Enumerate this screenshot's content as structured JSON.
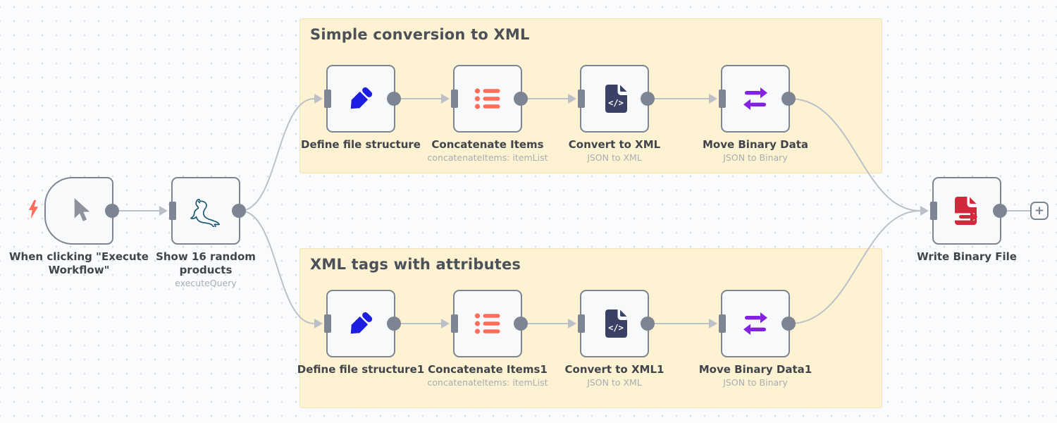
{
  "workflow": {
    "sticky_notes": [
      {
        "title": "Simple conversion to XML"
      },
      {
        "title": "XML tags with attributes"
      }
    ],
    "nodes": [
      {
        "name": "When clicking \"Execute Workflow\""
      },
      {
        "name": "Show 16 random products",
        "subtitle": "executeQuery"
      },
      {
        "name": "Define file structure"
      },
      {
        "name": "Concatenate Items",
        "subtitle": "concatenateItems: itemList"
      },
      {
        "name": "Convert to XML",
        "subtitle": "JSON to XML"
      },
      {
        "name": "Move Binary Data",
        "subtitle": "JSON to Binary"
      },
      {
        "name": "Define file structure1"
      },
      {
        "name": "Concatenate Items1",
        "subtitle": "concatenateItems: itemList"
      },
      {
        "name": "Convert to XML1",
        "subtitle": "JSON to XML"
      },
      {
        "name": "Move Binary Data1",
        "subtitle": "JSON to Binary"
      },
      {
        "name": "Write Binary File"
      }
    ],
    "icons": {
      "xml_file_glyph": "</>"
    },
    "controls": {
      "add_node": "+"
    }
  },
  "colors": {
    "canvasBg": "#fafbfd",
    "gridDot": "#d9dce3",
    "nodeBg": "#f8f9fb",
    "nodeBorder": "#7d8492",
    "endpoint": "#7d8492",
    "connection": "#bcc0c9",
    "stickyBg": "#fdf2d2",
    "stickyBorder": "#f2e3ba",
    "stickyTitle": "#4c5159",
    "labelText": "#41454b",
    "sublabelText": "#a9acb2",
    "triggerBolt": "#ff6d5a",
    "pencilBlue": "#1d1de0",
    "listOrange": "#ff6d5a",
    "xmlNavy": "#3b4066",
    "swapPurple": "#8321e2",
    "mysqlTeal": "#16566d",
    "writeRed": "#d2283c",
    "plusGray": "#7d8492"
  }
}
